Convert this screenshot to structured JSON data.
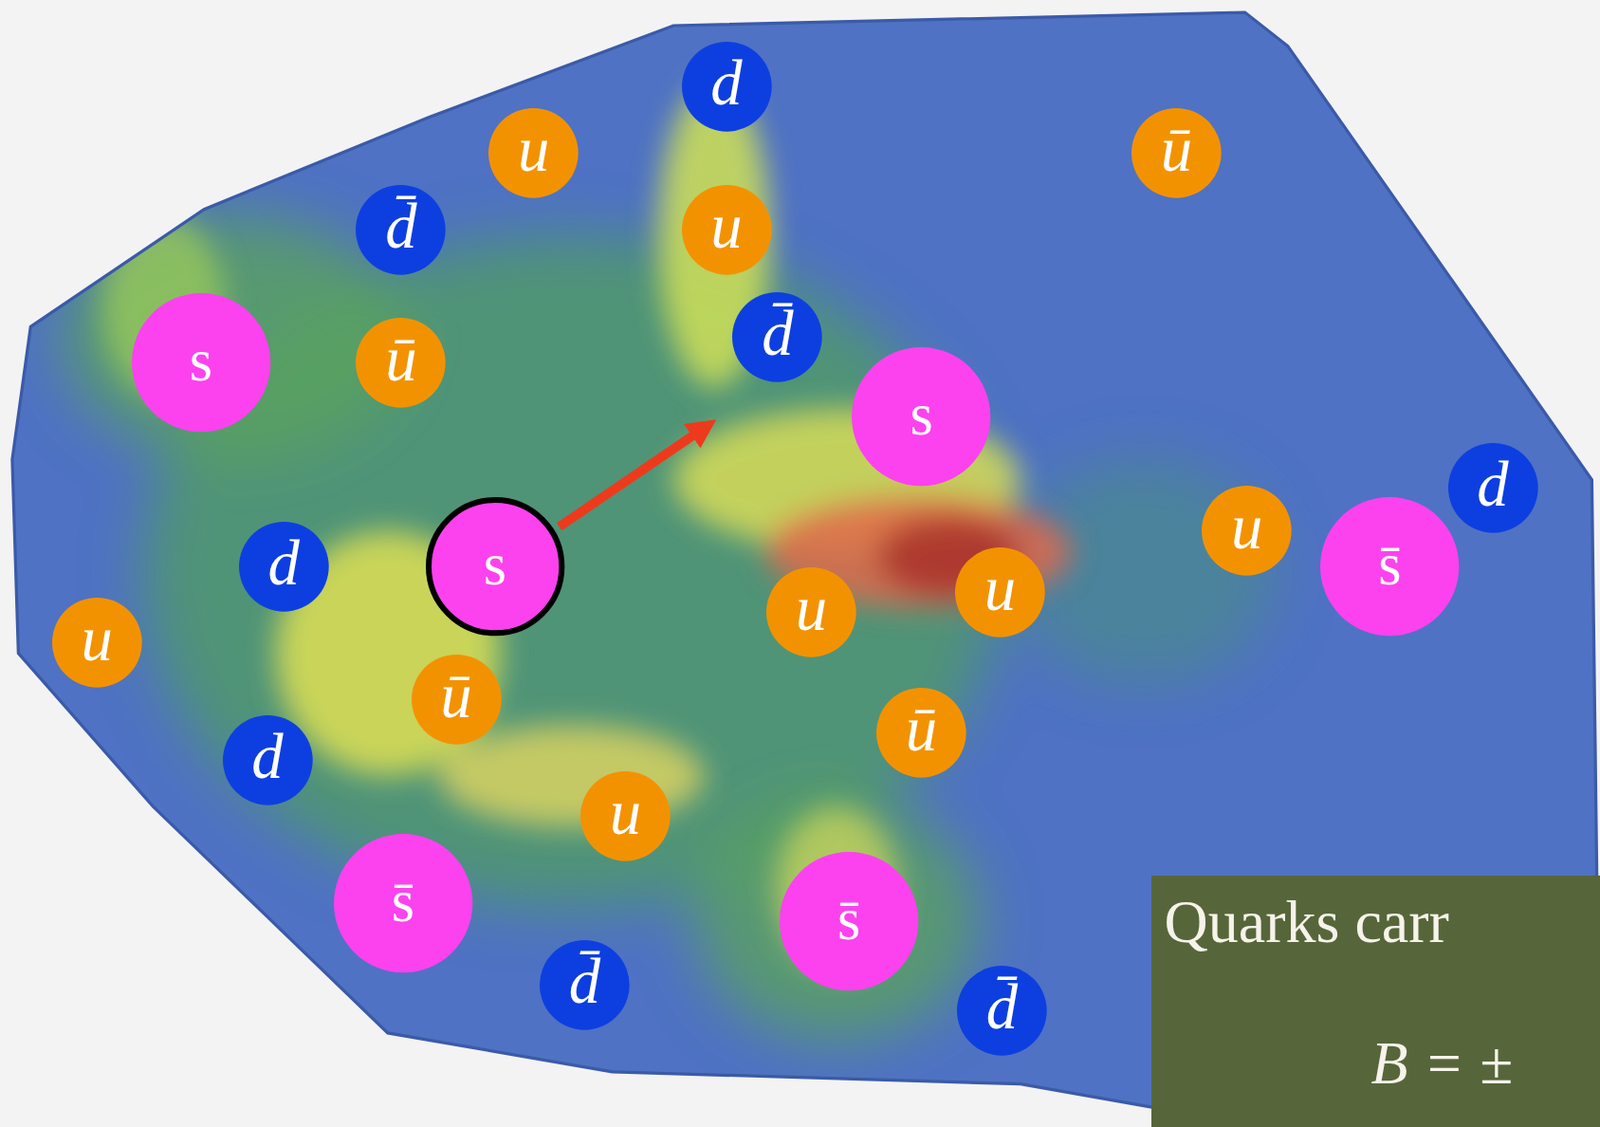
{
  "diagram": {
    "nodes": [
      {
        "text": [
          "d"
        ]
      },
      {
        "text": [
          "u"
        ]
      },
      {
        "text": [
          "ū"
        ]
      },
      {
        "text": [
          "d̄"
        ]
      },
      {
        "text": [
          "u"
        ]
      },
      {
        "text": [
          "d̄"
        ]
      },
      {
        "text": [
          "s"
        ]
      },
      {
        "text": [
          "ū"
        ]
      },
      {
        "text": [
          "s"
        ]
      },
      {
        "text": [
          "d"
        ]
      },
      {
        "text": [
          "u"
        ]
      },
      {
        "text": [
          "d"
        ]
      },
      {
        "text": [
          "s"
        ]
      },
      {
        "text": [
          "s̄"
        ]
      },
      {
        "text": [
          "u"
        ]
      },
      {
        "text": [
          "u"
        ]
      },
      {
        "text": [
          "u"
        ]
      },
      {
        "text": [
          "ū"
        ]
      },
      {
        "text": [
          "ū"
        ]
      },
      {
        "text": [
          "d"
        ]
      },
      {
        "text": [
          "u"
        ]
      },
      {
        "text": [
          "s̄"
        ]
      },
      {
        "text": [
          "s̄"
        ]
      },
      {
        "text": [
          "d̄"
        ]
      },
      {
        "text": [
          "d̄"
        ]
      },
      {
        "text": [
          "Quarks carr",
          "B = ±"
        ]
      }
    ]
  }
}
